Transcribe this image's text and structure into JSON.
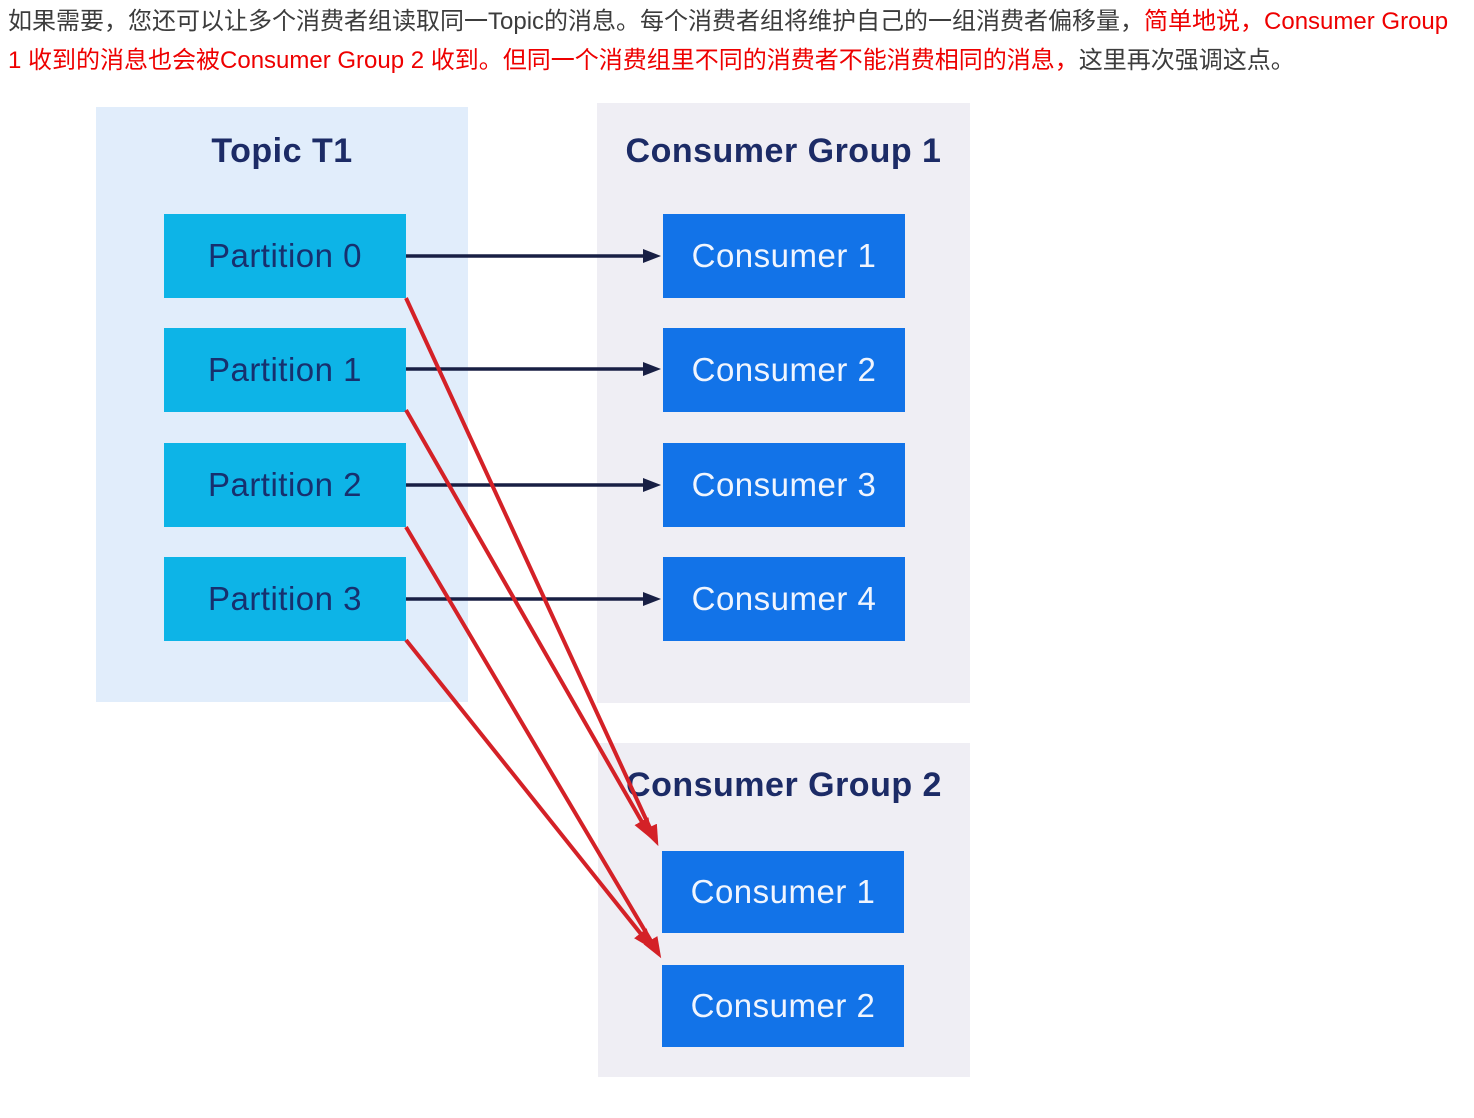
{
  "paragraph": {
    "part1": "如果需要，您还可以让多个消费者组读取同一Topic的消息。每个消费者组将维护自己的一组消费者偏移量，",
    "part2": "简单地说，Consumer Group 1 收到的消息也会被Consumer Group 2 收到。但同一个消费组里不同的消费者不能消费相同的消息，",
    "part3": "这里再次强调这点。"
  },
  "diagram": {
    "topic": {
      "title": "Topic T1",
      "partitions": [
        "Partition 0",
        "Partition 1",
        "Partition 2",
        "Partition 3"
      ]
    },
    "group1": {
      "title": "Consumer Group 1",
      "consumers": [
        "Consumer 1",
        "Consumer 2",
        "Consumer 3",
        "Consumer 4"
      ]
    },
    "group2": {
      "title": "Consumer Group 2",
      "consumers": [
        "Consumer 1",
        "Consumer 2"
      ]
    },
    "arrows": {
      "group1_links": [
        {
          "from": "Partition 0",
          "to": "Consumer Group 1 / Consumer 1"
        },
        {
          "from": "Partition 1",
          "to": "Consumer Group 1 / Consumer 2"
        },
        {
          "from": "Partition 2",
          "to": "Consumer Group 1 / Consumer 3"
        },
        {
          "from": "Partition 3",
          "to": "Consumer Group 1 / Consumer 4"
        }
      ],
      "group2_links": [
        {
          "from": "Partition 0",
          "to": "Consumer Group 2 / Consumer 1"
        },
        {
          "from": "Partition 1",
          "to": "Consumer Group 2 / Consumer 1"
        },
        {
          "from": "Partition 2",
          "to": "Consumer Group 2 / Consumer 2"
        },
        {
          "from": "Partition 3",
          "to": "Consumer Group 2 / Consumer 2"
        }
      ]
    }
  },
  "colors": {
    "text_dark": "#3c3c3c",
    "text_red": "#ee0000",
    "panel_topic_bg": "#e1edfb",
    "panel_group_bg": "#efeef4",
    "partition_box": "#0db4e7",
    "consumer_box": "#1273e8",
    "heading_navy": "#1c2b66",
    "arrow_dark": "#181f44",
    "arrow_red": "#d42127"
  }
}
